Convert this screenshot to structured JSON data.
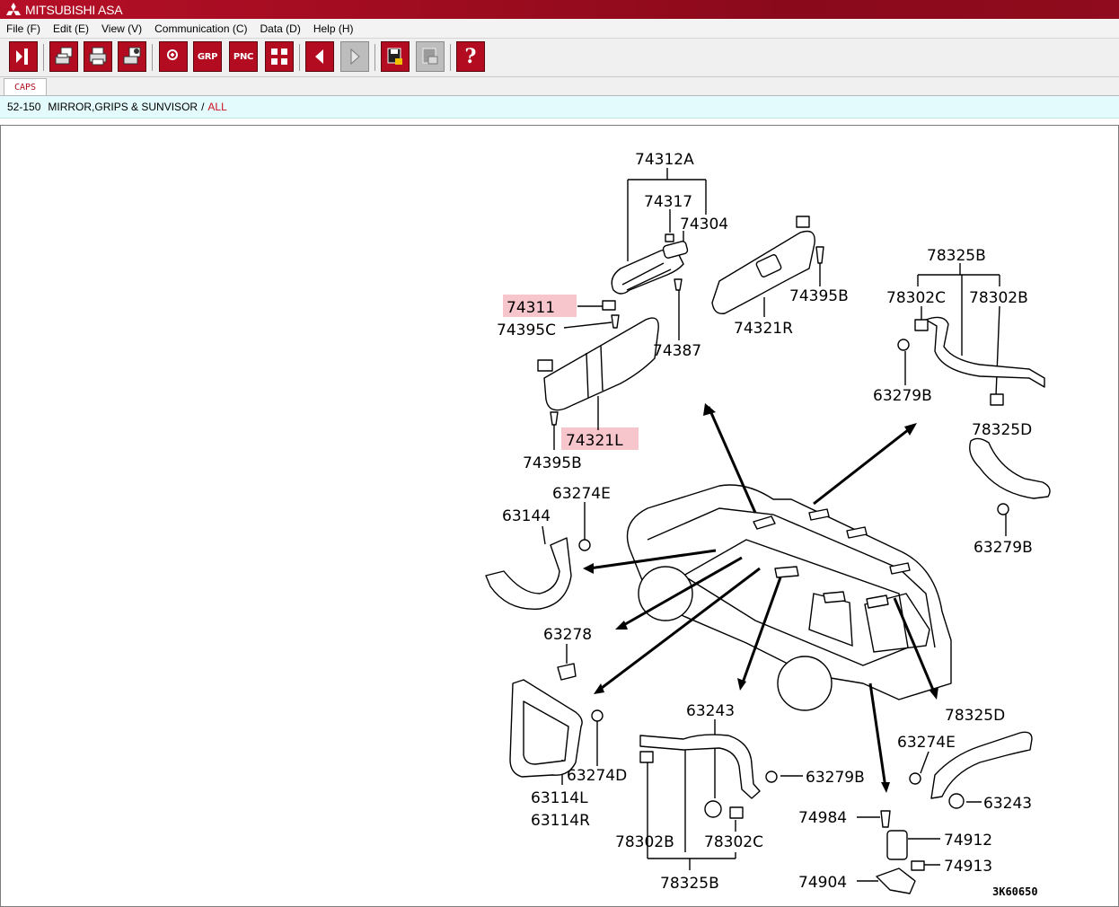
{
  "window": {
    "title": "MITSUBISHI ASA"
  },
  "menu": {
    "items": [
      {
        "label": "File (F)"
      },
      {
        "label": "Edit (E)"
      },
      {
        "label": "View (V)"
      },
      {
        "label": "Communication (C)"
      },
      {
        "label": "Data (D)"
      },
      {
        "label": "Help (H)"
      }
    ]
  },
  "toolbar": {
    "buttons": [
      {
        "icon": "exit-icon"
      },
      {
        "icon": "print-preview-icon"
      },
      {
        "icon": "print-icon"
      },
      {
        "icon": "print-settings-icon"
      },
      {
        "icon": "zoom-in-icon"
      },
      {
        "icon": "group-icon",
        "label": "GRP"
      },
      {
        "icon": "pnc-icon",
        "label": "PNC"
      },
      {
        "icon": "grid-view-icon"
      },
      {
        "icon": "previous-icon"
      },
      {
        "icon": "next-icon",
        "disabled": true
      },
      {
        "icon": "save-icon"
      },
      {
        "icon": "export-icon",
        "disabled": true
      },
      {
        "icon": "help-icon",
        "label": "?"
      }
    ]
  },
  "tabs": {
    "active": "CAPS"
  },
  "breadcrumb": {
    "code": "52-150",
    "title": "MIRROR,GRIPS & SUNVISOR",
    "separator": "/",
    "filter": "ALL"
  },
  "diagram": {
    "figure_id": "3K60650",
    "labels": {
      "p74312A": "74312A",
      "p74317": "74317",
      "p74304": "74304",
      "p74311": "74311",
      "p74395C": "74395C",
      "p74387": "74387",
      "p74321R": "74321R",
      "p74395B_a": "74395B",
      "p74321L": "74321L",
      "p74395B_b": "74395B",
      "p78325B_a": "78325B",
      "p78302C_a": "78302C",
      "p78302B_a": "78302B",
      "p63279B_a": "63279B",
      "p78325D_a": "78325D",
      "p63279B_b": "63279B",
      "p63274E_a": "63274E",
      "p63144": "63144",
      "p63278": "63278",
      "p63274D": "63274D",
      "p63114L": "63114L",
      "p63114R": "63114R",
      "p63243_a": "63243",
      "p63279B_c": "63279B",
      "p78302B_b": "78302B",
      "p78302C_b": "78302C",
      "p78325B_b": "78325B",
      "p78325D_b": "78325D",
      "p63274E_b": "63274E",
      "p63243_b": "63243",
      "p74984": "74984",
      "p74912": "74912",
      "p74913": "74913",
      "p74904": "74904"
    },
    "highlighted": [
      "74311",
      "74321L"
    ],
    "highlight_color": "#f7c6cc"
  },
  "colors": {
    "brand_red": "#b30c20",
    "breadcrumb_bg": "#e4fbfd",
    "link_red": "#d0101f"
  }
}
